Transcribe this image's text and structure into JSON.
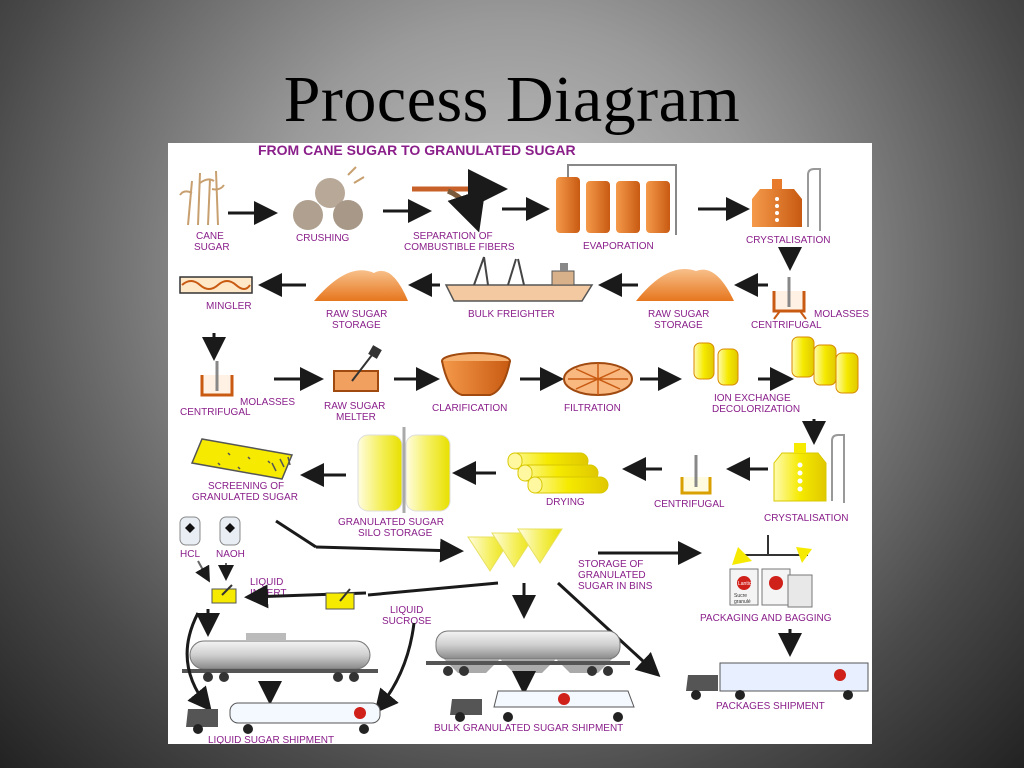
{
  "slide": {
    "title": "Process Diagram"
  },
  "diagram": {
    "heading": "FROM CANE SUGAR TO GRANULATED SUGAR",
    "labels": {
      "cane_sugar_1": "CANE",
      "cane_sugar_2": "SUGAR",
      "crushing": "CRUSHING",
      "separation_1": "SEPARATION OF",
      "separation_2": "COMBUSTIBLE FIBERS",
      "evaporation": "EVAPORATION",
      "crystalisation_1": "CRYSTALISATION",
      "mingler": "MINGLER",
      "raw_storage_1a": "RAW SUGAR",
      "raw_storage_1b": "STORAGE",
      "bulk_freighter": "BULK FREIGHTER",
      "raw_storage_2a": "RAW SUGAR",
      "raw_storage_2b": "STORAGE",
      "centrifugal_1": "CENTRIFUGAL",
      "molasses_1": "Molasses",
      "centrifugal_2": "CENTRIFUGAL",
      "molasses_2": "Molasses",
      "raw_melter_1": "RAW SUGAR",
      "raw_melter_2": "MELTER",
      "clarification": "CLARIFICATION",
      "filtration": "FILTRATION",
      "ion_exchange_1": "ION  EXCHANGE",
      "ion_exchange_2": "DECOLORIZATION",
      "screening_1": "SCREENING OF",
      "screening_2": "GRANULATED SUGAR",
      "drying": "DRYING",
      "centrifugal_3": "CENTRIFUGAL",
      "crystalisation_2": "CRYSTALISATION",
      "silo_1": "GRANULATED SUGAR",
      "silo_2": "SILO STORAGE",
      "hcl": "HCl",
      "naoh": "NaOH",
      "liquid_invert_1": "LIQUID",
      "liquid_invert_2": "INVERT",
      "liquid_sucrose_1": "LIQUID",
      "liquid_sucrose_2": "SUCROSE",
      "bins_1": "STORAGE OF",
      "bins_2": "GRANULATED",
      "bins_3": "SUGAR IN BINS",
      "packaging": "PACKAGING AND BAGGING",
      "packages_shipment": "PACKAGES SHIPMENT",
      "liquid_shipment": "LIQUID SUGAR SHIPMENT",
      "bulk_shipment": "BULK GRANULATED SUGAR SHIPMENT",
      "bag_brand": "Lantic",
      "bag_text_1": "Sucre",
      "bag_text_2": "granulé"
    },
    "colors": {
      "orange": "#e87a2c",
      "yellow": "#f5e600",
      "purple_text": "#8a1f8a",
      "arrow": "#1a1a1a"
    }
  }
}
